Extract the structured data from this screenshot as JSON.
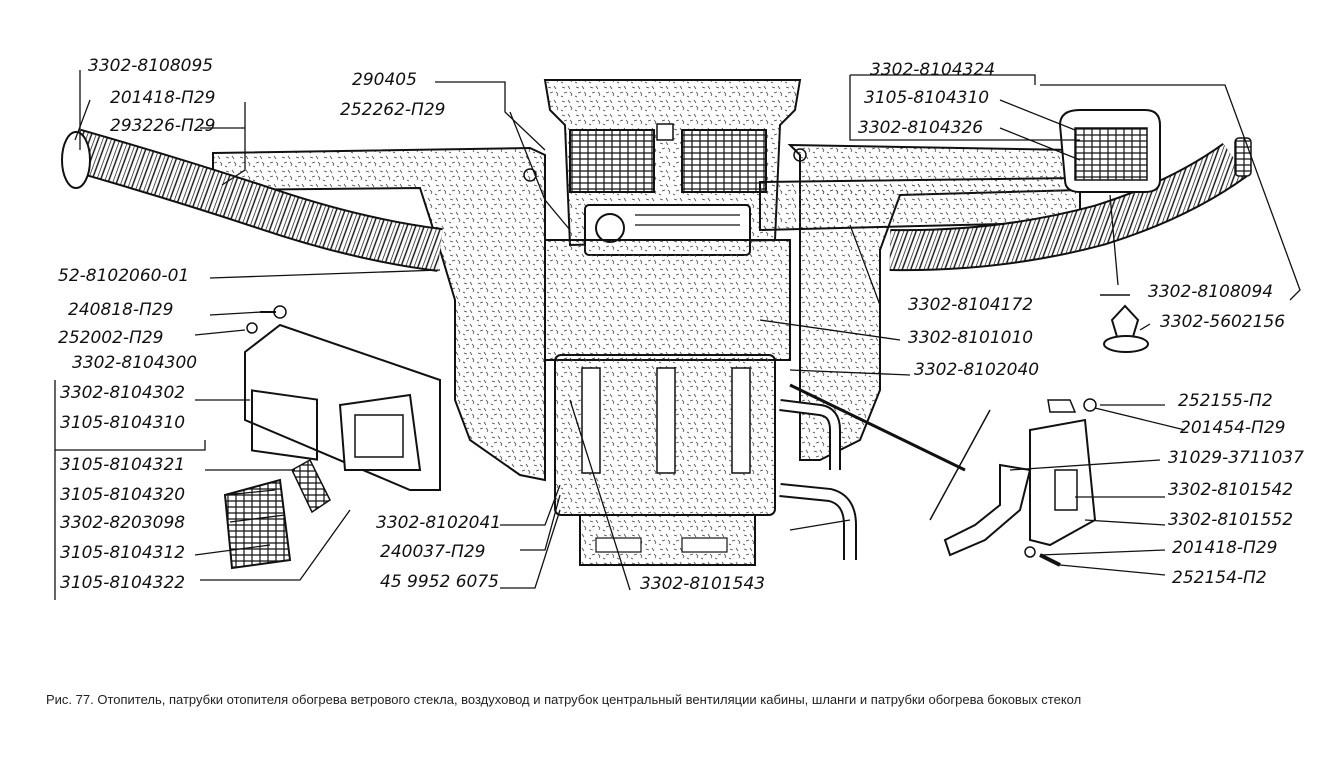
{
  "labels": {
    "l1": "3302-8108095",
    "l2": "201418-П29",
    "l3": "293226-П29",
    "l4": "290405",
    "l5": "252262-П29",
    "l6": "3302-8104324",
    "l7": "3105-8104310",
    "l8": "3302-8104326",
    "l9": "52-8102060-01",
    "l10": "240818-П29",
    "l11": "252002-П29",
    "l12": "3302-8104300",
    "l13": "3302-8104302",
    "l14": "3105-8104310",
    "l15": "3105-8104321",
    "l16": "3105-8104320",
    "l17": "3302-8203098",
    "l18": "3105-8104312",
    "l19": "3105-8104322",
    "l20": "3302-8102041",
    "l21": "240037-П29",
    "l22": "45 9952 6075",
    "l23": "3302-8101543",
    "l24": "3302-8104172",
    "l25": "3302-8108094",
    "l26": "3302-5602156",
    "l27": "3302-8101010",
    "l28": "3302-8102040",
    "l29": "252155-П2",
    "l30": "201454-П29",
    "l31": "31029-3711037",
    "l32": "3302-8101542",
    "l33": "3302-8101552",
    "l34": "201418-П29",
    "l35": "252154-П2"
  },
  "caption": "Рис. 77. Отопитель, патрубки отопителя обогрева ветрового стекла, воздуховод и патрубок центральный вентиляции кабины, шланги и патрубки обогрева боковых стекол"
}
